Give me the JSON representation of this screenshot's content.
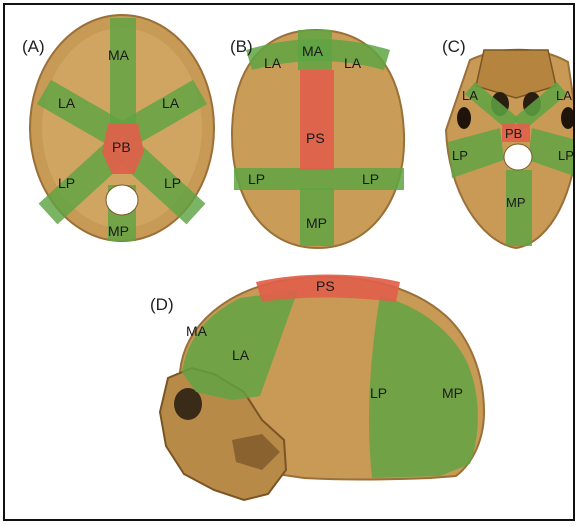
{
  "colors": {
    "bone": "#c79a56",
    "bone_dark": "#a5773e",
    "green_zone": "#5fa443",
    "red_zone": "#e0604a",
    "frame": "#111111"
  },
  "panels": {
    "a": {
      "label": "(A)",
      "regions": {
        "ma": "MA",
        "la_left": "LA",
        "la_right": "LA",
        "pb": "PB",
        "lp_left": "LP",
        "lp_right": "LP",
        "mp": "MP"
      }
    },
    "b": {
      "label": "(B)",
      "regions": {
        "ma": "MA",
        "la_left": "LA",
        "la_right": "LA",
        "ps": "PS",
        "lp_left": "LP",
        "lp_right": "LP",
        "mp": "MP"
      }
    },
    "c": {
      "label": "(C)",
      "regions": {
        "la_left": "LA",
        "la_right": "LA",
        "pb": "PB",
        "lp_left": "LP",
        "lp_right": "LP",
        "mp": "MP"
      }
    },
    "d": {
      "label": "(D)",
      "regions": {
        "ps": "PS",
        "ma": "MA",
        "la": "LA",
        "lp": "LP",
        "mp": "MP"
      }
    }
  }
}
